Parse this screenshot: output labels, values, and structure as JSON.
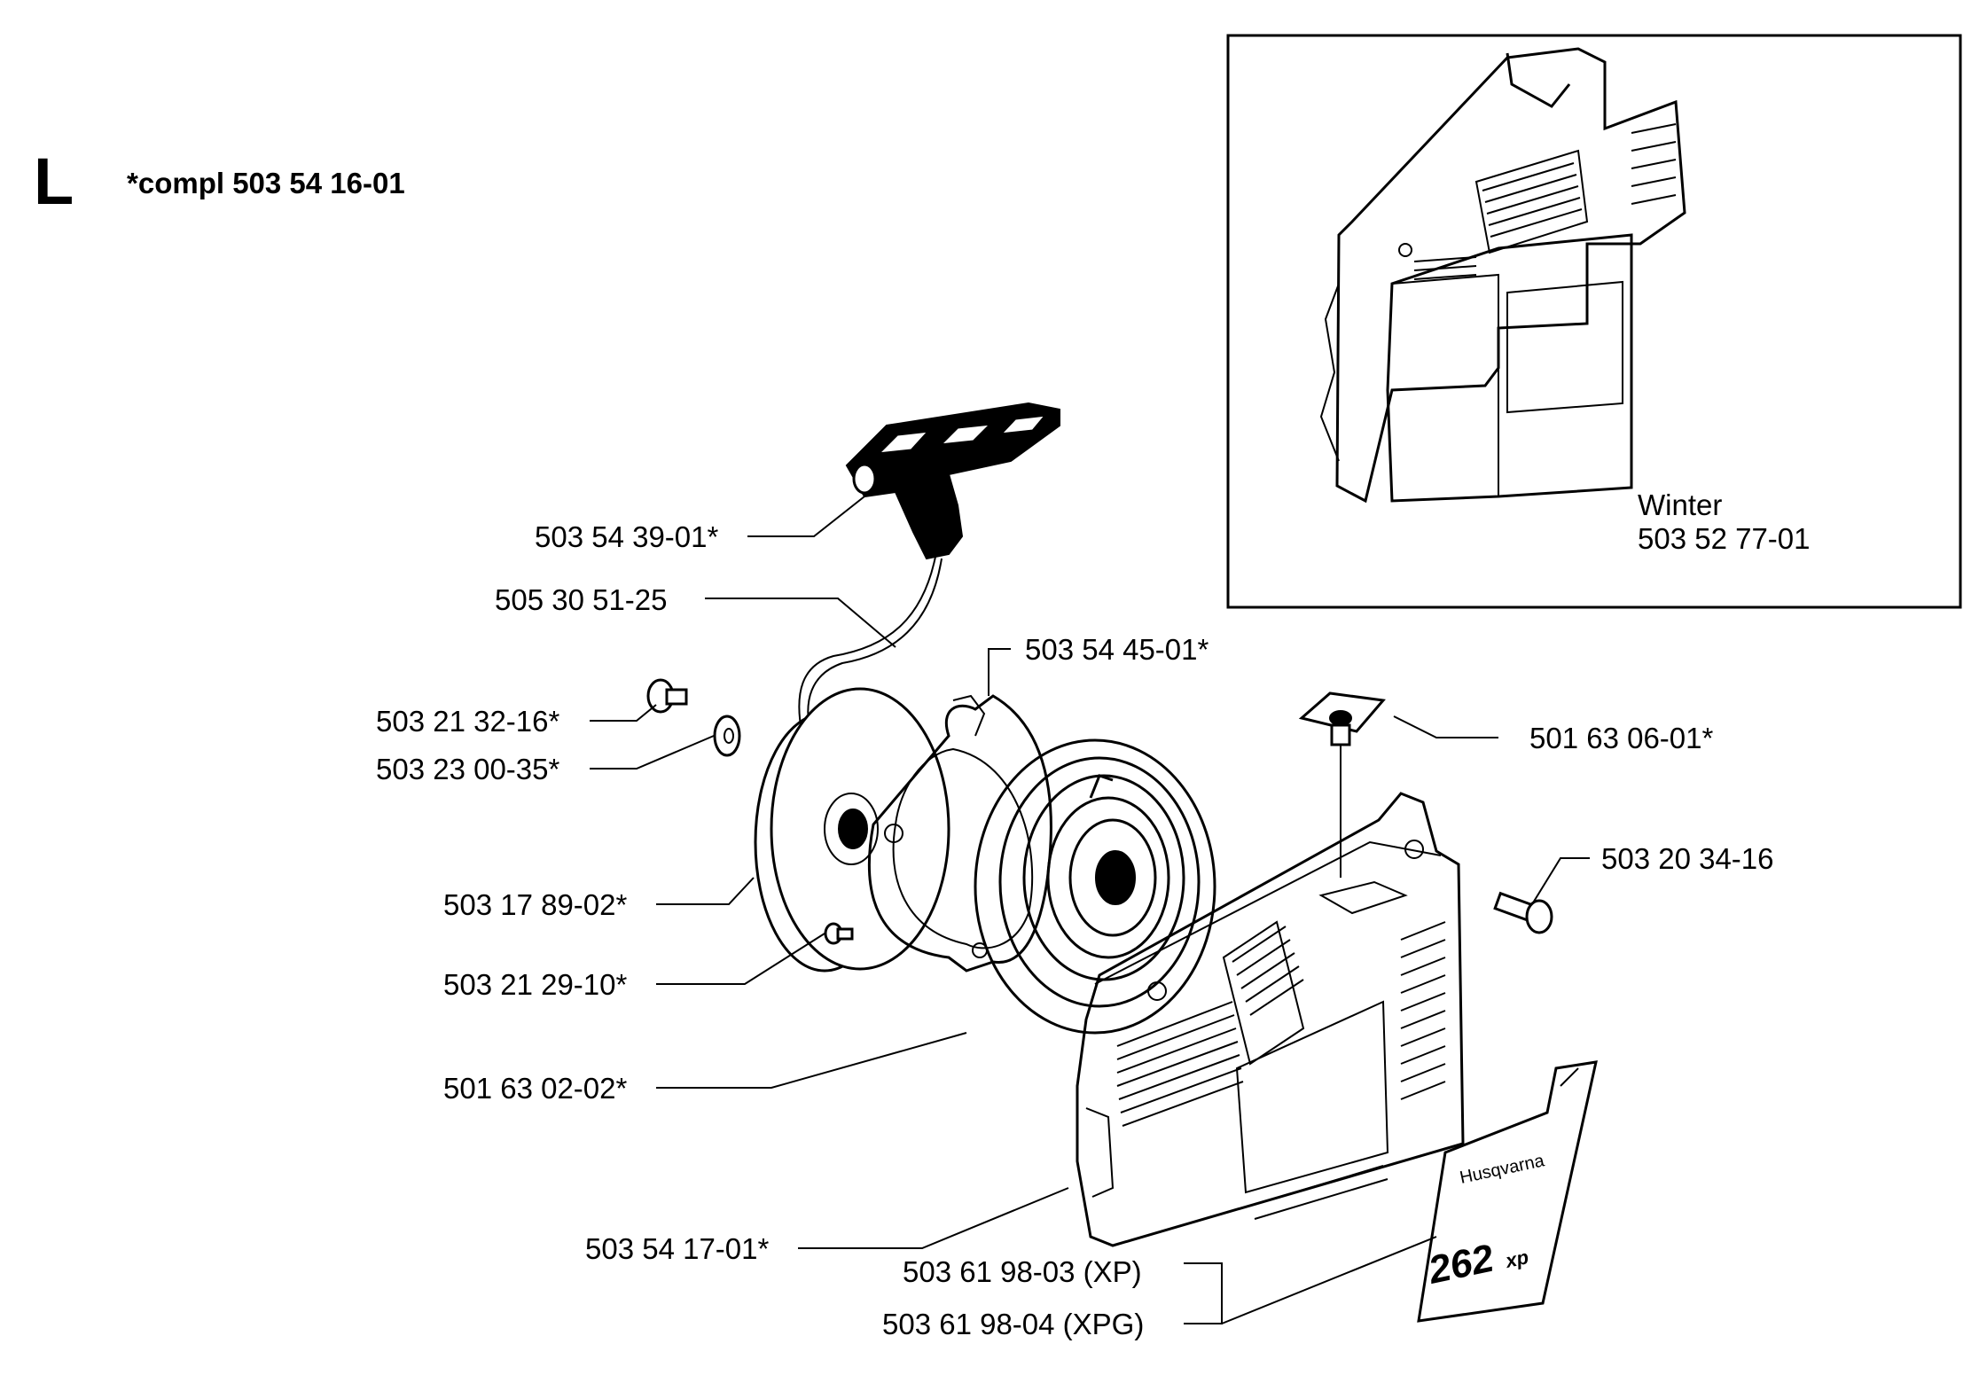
{
  "section": {
    "letter": "L",
    "complete_kit": "*compl 503 54 16-01"
  },
  "inset": {
    "name": "Winter",
    "part_number": "503 52 77-01"
  },
  "parts": {
    "handle": "503 54 39-01*",
    "starter_rope": "505 30 51-25",
    "screw_pulley": "503 21 32-16*",
    "washer": "503 23 00-35*",
    "rope_pulley": "503 17 89-02*",
    "screw_plate": "503 21 29-10*",
    "spring_plate": "503 54 45-01*",
    "recoil_spring": "501 63 02-02*",
    "starter_housing": "503 54 17-01*",
    "rope_guide": "501 63 06-01*",
    "housing_screw": "503 20 34-16",
    "decal_xp": "503 61 98-03 (XP)",
    "decal_xpg": "503 61 98-04 (XPG)"
  },
  "decal": {
    "brand": "Husqvarna",
    "model": "262",
    "suffix": "xp"
  }
}
